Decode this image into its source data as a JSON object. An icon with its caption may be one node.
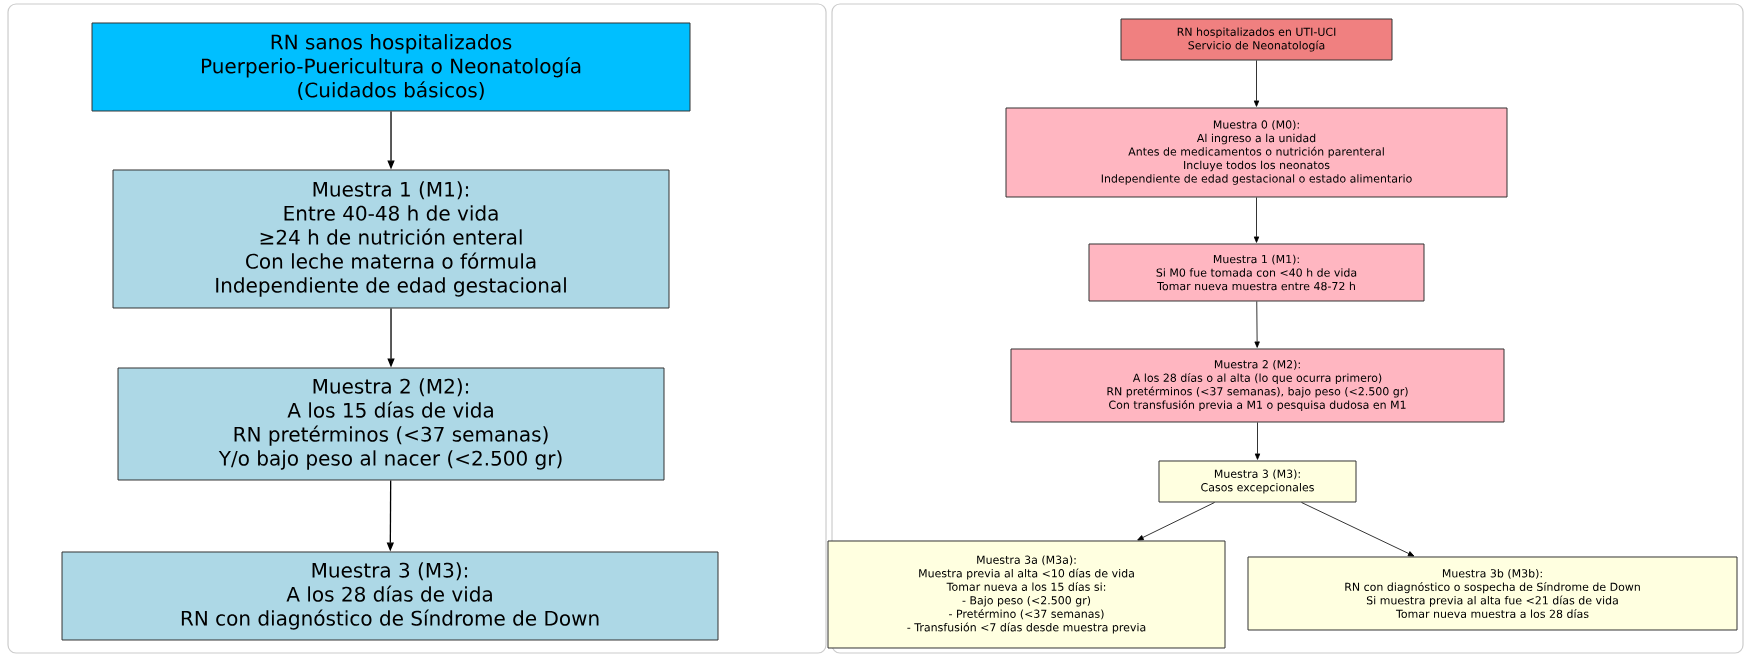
{
  "diagram": {
    "nodes": [
      {
        "text": [
          "RN sanos hospitalizados",
          "Puerperio-Puericultura o Neonatología",
          "(Cuidados básicos)"
        ]
      },
      {
        "text": [
          "Muestra 1 (M1):",
          "Entre 40-48 h de vida",
          "≥24 h de nutrición enteral",
          "Con leche materna o fórmula",
          "Independiente de edad gestacional"
        ]
      },
      {
        "text": [
          "Muestra 2 (M2):",
          "A los 15 días de vida",
          "RN pretérminos (<37 semanas)",
          "Y/o bajo peso al nacer (<2.500 gr)"
        ]
      },
      {
        "text": [
          "Muestra 3 (M3):",
          "A los 28 días de vida",
          "RN con diagnóstico de Síndrome de Down"
        ]
      },
      {
        "text": [
          "RN hospitalizados en UTI-UCI",
          "Servicio de Neonatología"
        ]
      },
      {
        "text": [
          "Muestra 0 (M0):",
          "Al ingreso a la unidad",
          "Antes de medicamentos o nutrición parenteral",
          "Incluye todos los neonatos",
          "Independiente de edad gestacional o estado alimentario"
        ]
      },
      {
        "text": [
          "Muestra 1 (M1):",
          "Si M0 fue tomada con <40 h de vida",
          "Tomar nueva muestra entre 48-72 h"
        ]
      },
      {
        "text": [
          "Muestra 2 (M2):",
          "A los 28 días o al alta (lo que ocurra primero)",
          "RN pretérminos (<37 semanas), bajo peso (<2.500 gr)",
          "Con transfusión previa a M1 o pesquisa dudosa en M1"
        ]
      },
      {
        "text": [
          "Muestra 3 (M3):",
          "Casos excepcionales"
        ]
      },
      {
        "text": [
          "Muestra 3a (M3a):",
          "Muestra previa al alta <10 días de vida",
          "Tomar nueva a los 15 días si:",
          "- Bajo peso (<2.500 gr)",
          "- Pretérmino (<37 semanas)",
          "- Transfusión <7 días desde muestra previa"
        ]
      },
      {
        "text": [
          "Muestra 3b (M3b):",
          "RN con diagnóstico o sospecha de Síndrome de Down",
          "Si muestra previa al alta fue <21 días de vida",
          "Tomar nueva muestra a los 28 días"
        ]
      }
    ],
    "edges": [
      {
        "from": 0,
        "to": 1,
        "arrow": "to"
      },
      {
        "from": 1,
        "to": 2,
        "arrow": "to"
      },
      {
        "from": 2,
        "to": 3,
        "arrow": "to"
      },
      {
        "from": 4,
        "to": 5,
        "arrow": "to"
      },
      {
        "from": 5,
        "to": 6,
        "arrow": "to"
      },
      {
        "from": 6,
        "to": 7,
        "arrow": "to"
      },
      {
        "from": 7,
        "to": 8,
        "arrow": "to"
      },
      {
        "from": 8,
        "to": 9,
        "arrow": "to"
      },
      {
        "from": 8,
        "to": 10,
        "arrow": "to"
      }
    ]
  }
}
